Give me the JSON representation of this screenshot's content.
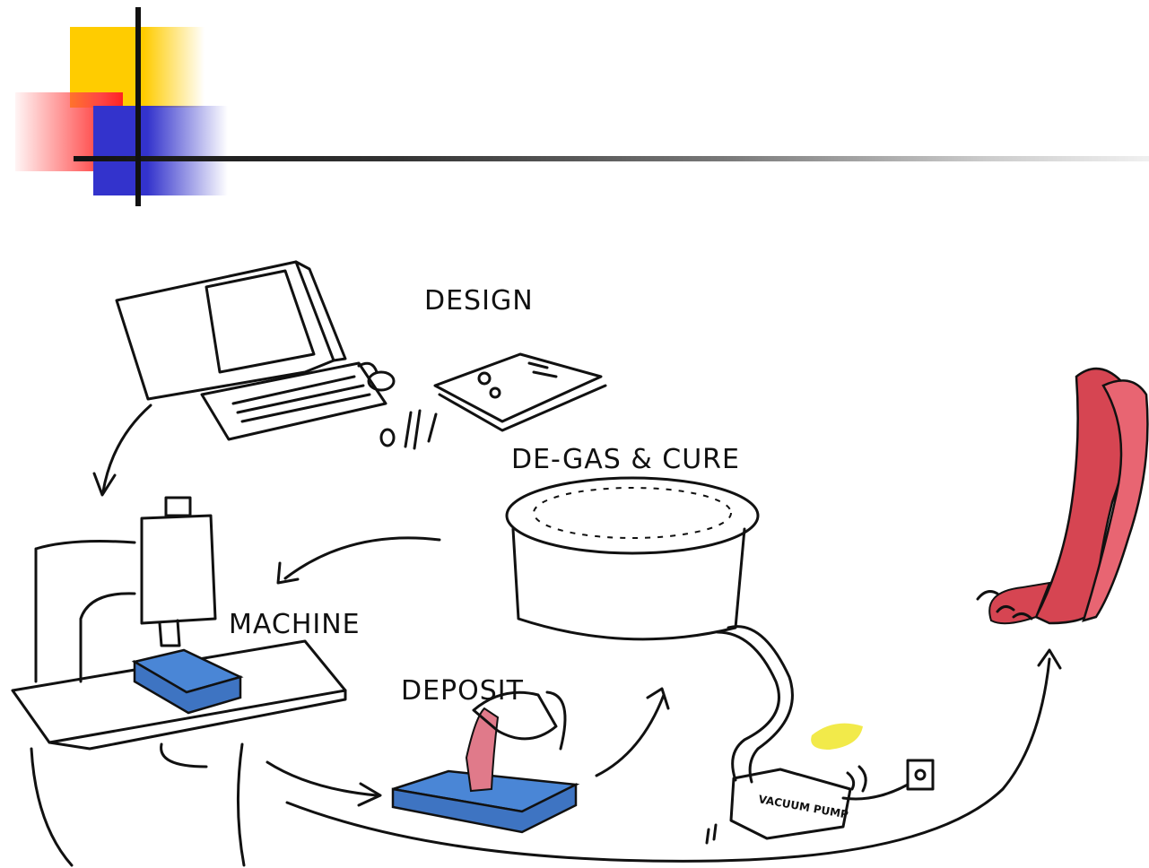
{
  "labels": {
    "design": "DESIGN",
    "degas": "DE-GAS & CURE",
    "machine": "MACHINE",
    "deposit": "DEPOSIT",
    "pump": "VACUUM PUMP"
  },
  "colors": {
    "yellow": "#ffcc00",
    "red": "#ff4444",
    "blue": "#3333cc",
    "mold_blue": "#4a86d6",
    "pink": "#e07a8a",
    "red_fill": "#d64552"
  }
}
